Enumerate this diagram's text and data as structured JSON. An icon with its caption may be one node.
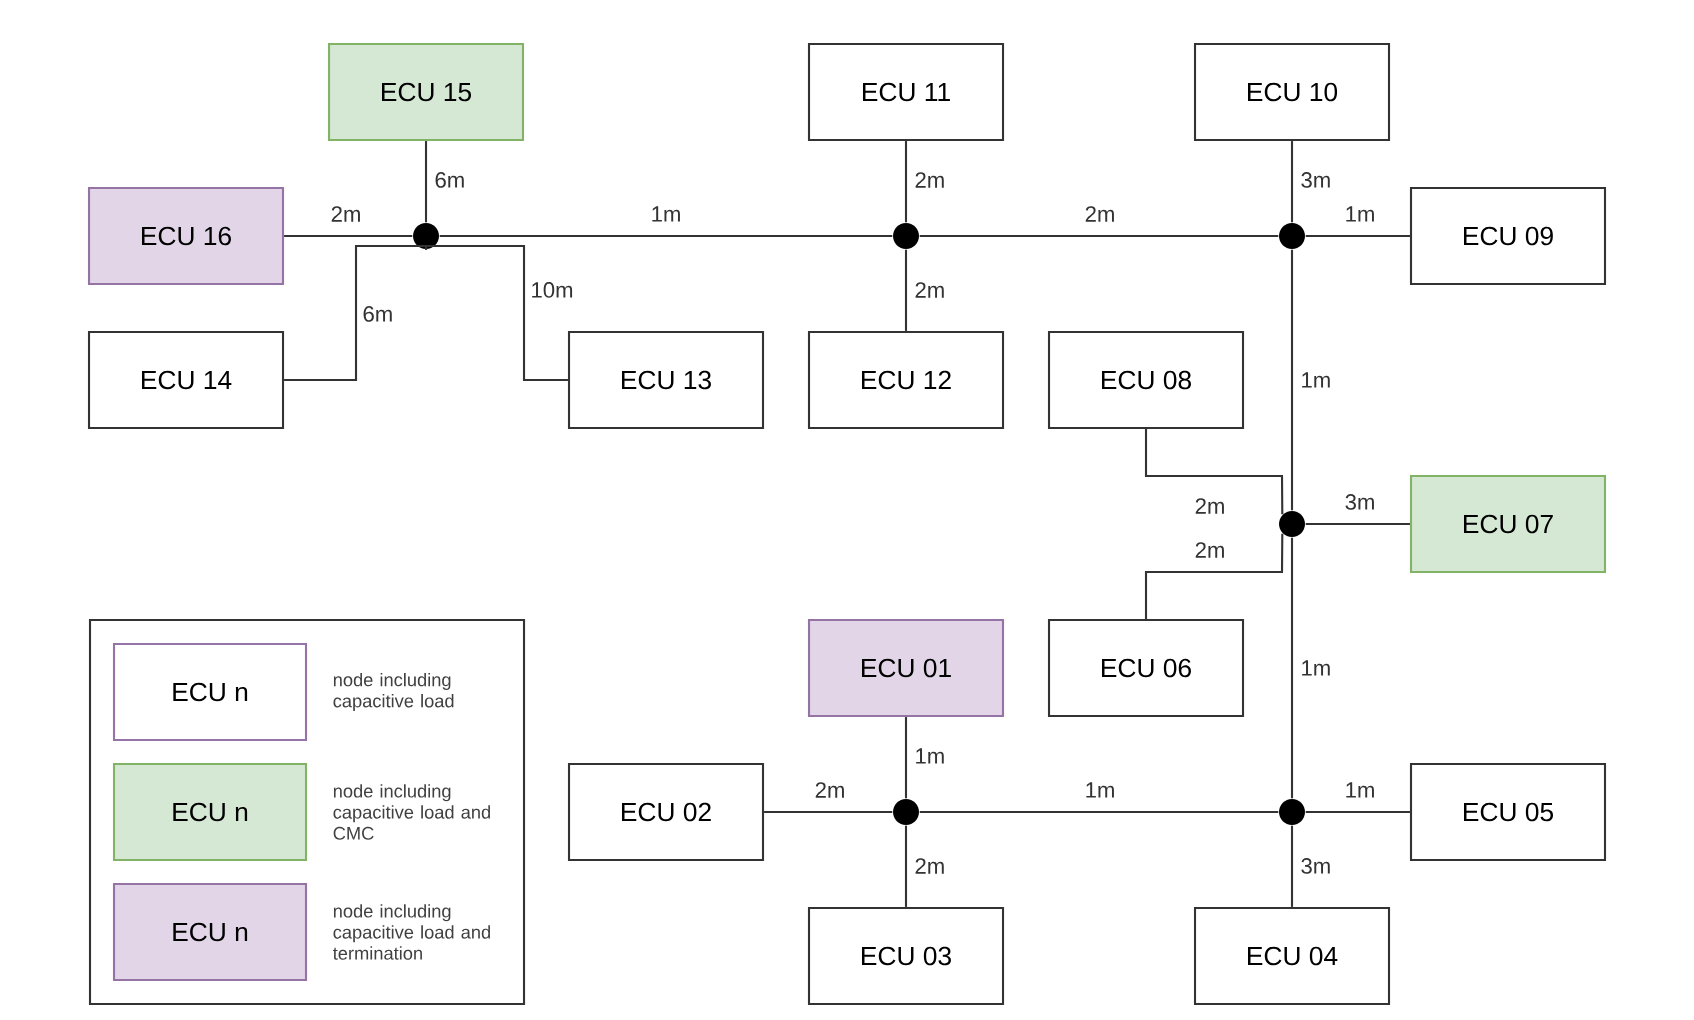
{
  "diagram": {
    "nodes": [
      {
        "text": [
          "ECU 15"
        ]
      },
      {
        "text": [
          "ECU 11"
        ]
      },
      {
        "text": [
          "ECU 10"
        ]
      },
      {
        "text": [
          "ECU 16"
        ]
      },
      {
        "text": [],
        "shape": "circle"
      },
      {
        "text": [],
        "shape": "circle"
      },
      {
        "text": [],
        "shape": "circle"
      },
      {
        "text": [
          "ECU 09"
        ]
      },
      {
        "text": [
          "ECU 14"
        ]
      },
      {
        "text": [
          "ECU 13"
        ]
      },
      {
        "text": [
          "ECU 12"
        ]
      },
      {
        "text": [
          "ECU 08"
        ]
      },
      {
        "text": [],
        "shape": "circle"
      },
      {
        "text": [
          "ECU 07"
        ]
      },
      {
        "text": [
          "ECU 06"
        ]
      },
      {
        "text": [
          "ECU 01"
        ]
      },
      {
        "text": [
          "ECU 02"
        ]
      },
      {
        "text": [],
        "shape": "circle"
      },
      {
        "text": [],
        "shape": "circle"
      },
      {
        "text": [
          "ECU 05"
        ]
      },
      {
        "text": [
          "ECU 03"
        ]
      },
      {
        "text": [
          "ECU 04"
        ]
      }
    ],
    "edges": [
      {
        "from": 0,
        "to": 4,
        "arrow": "none",
        "label": "6m"
      },
      {
        "from": 3,
        "to": 4,
        "arrow": "none",
        "label": "2m"
      },
      {
        "from": 4,
        "to": 5,
        "arrow": "none",
        "label": "1m"
      },
      {
        "from": 8,
        "to": 4,
        "arrow": "none",
        "label": "6m"
      },
      {
        "from": 9,
        "to": 4,
        "arrow": "none",
        "label": "10m"
      },
      {
        "from": 1,
        "to": 5,
        "arrow": "none",
        "label": "2m"
      },
      {
        "from": 5,
        "to": 10,
        "arrow": "none",
        "label": "2m"
      },
      {
        "from": 5,
        "to": 6,
        "arrow": "none",
        "label": "2m"
      },
      {
        "from": 2,
        "to": 6,
        "arrow": "none",
        "label": "3m"
      },
      {
        "from": 6,
        "to": 7,
        "arrow": "none",
        "label": "1m"
      },
      {
        "from": 6,
        "to": 12,
        "arrow": "none",
        "label": "1m"
      },
      {
        "from": 11,
        "to": 12,
        "arrow": "none",
        "label": "2m"
      },
      {
        "from": 14,
        "to": 12,
        "arrow": "none",
        "label": "2m"
      },
      {
        "from": 12,
        "to": 13,
        "arrow": "none",
        "label": "3m"
      },
      {
        "from": 12,
        "to": 18,
        "arrow": "none",
        "label": "1m"
      },
      {
        "from": 15,
        "to": 17,
        "arrow": "none",
        "label": "1m"
      },
      {
        "from": 16,
        "to": 17,
        "arrow": "none",
        "label": "2m"
      },
      {
        "from": 17,
        "to": 18,
        "arrow": "none",
        "label": "1m"
      },
      {
        "from": 17,
        "to": 20,
        "arrow": "none",
        "label": "2m"
      },
      {
        "from": 18,
        "to": 19,
        "arrow": "none",
        "label": "1m"
      },
      {
        "from": 18,
        "to": 21,
        "arrow": "none",
        "label": "3m"
      }
    ],
    "labels": [
      "ECU n",
      "ECU n",
      "ECU n"
    ],
    "legend": [
      {
        "text": "node including capacitive load"
      },
      {
        "text": "node including capacitive load and CMC",
        "color": "#d5e8d4"
      },
      {
        "text": "node including capacitive load and termination",
        "color": "#e1d5e7"
      }
    ]
  }
}
